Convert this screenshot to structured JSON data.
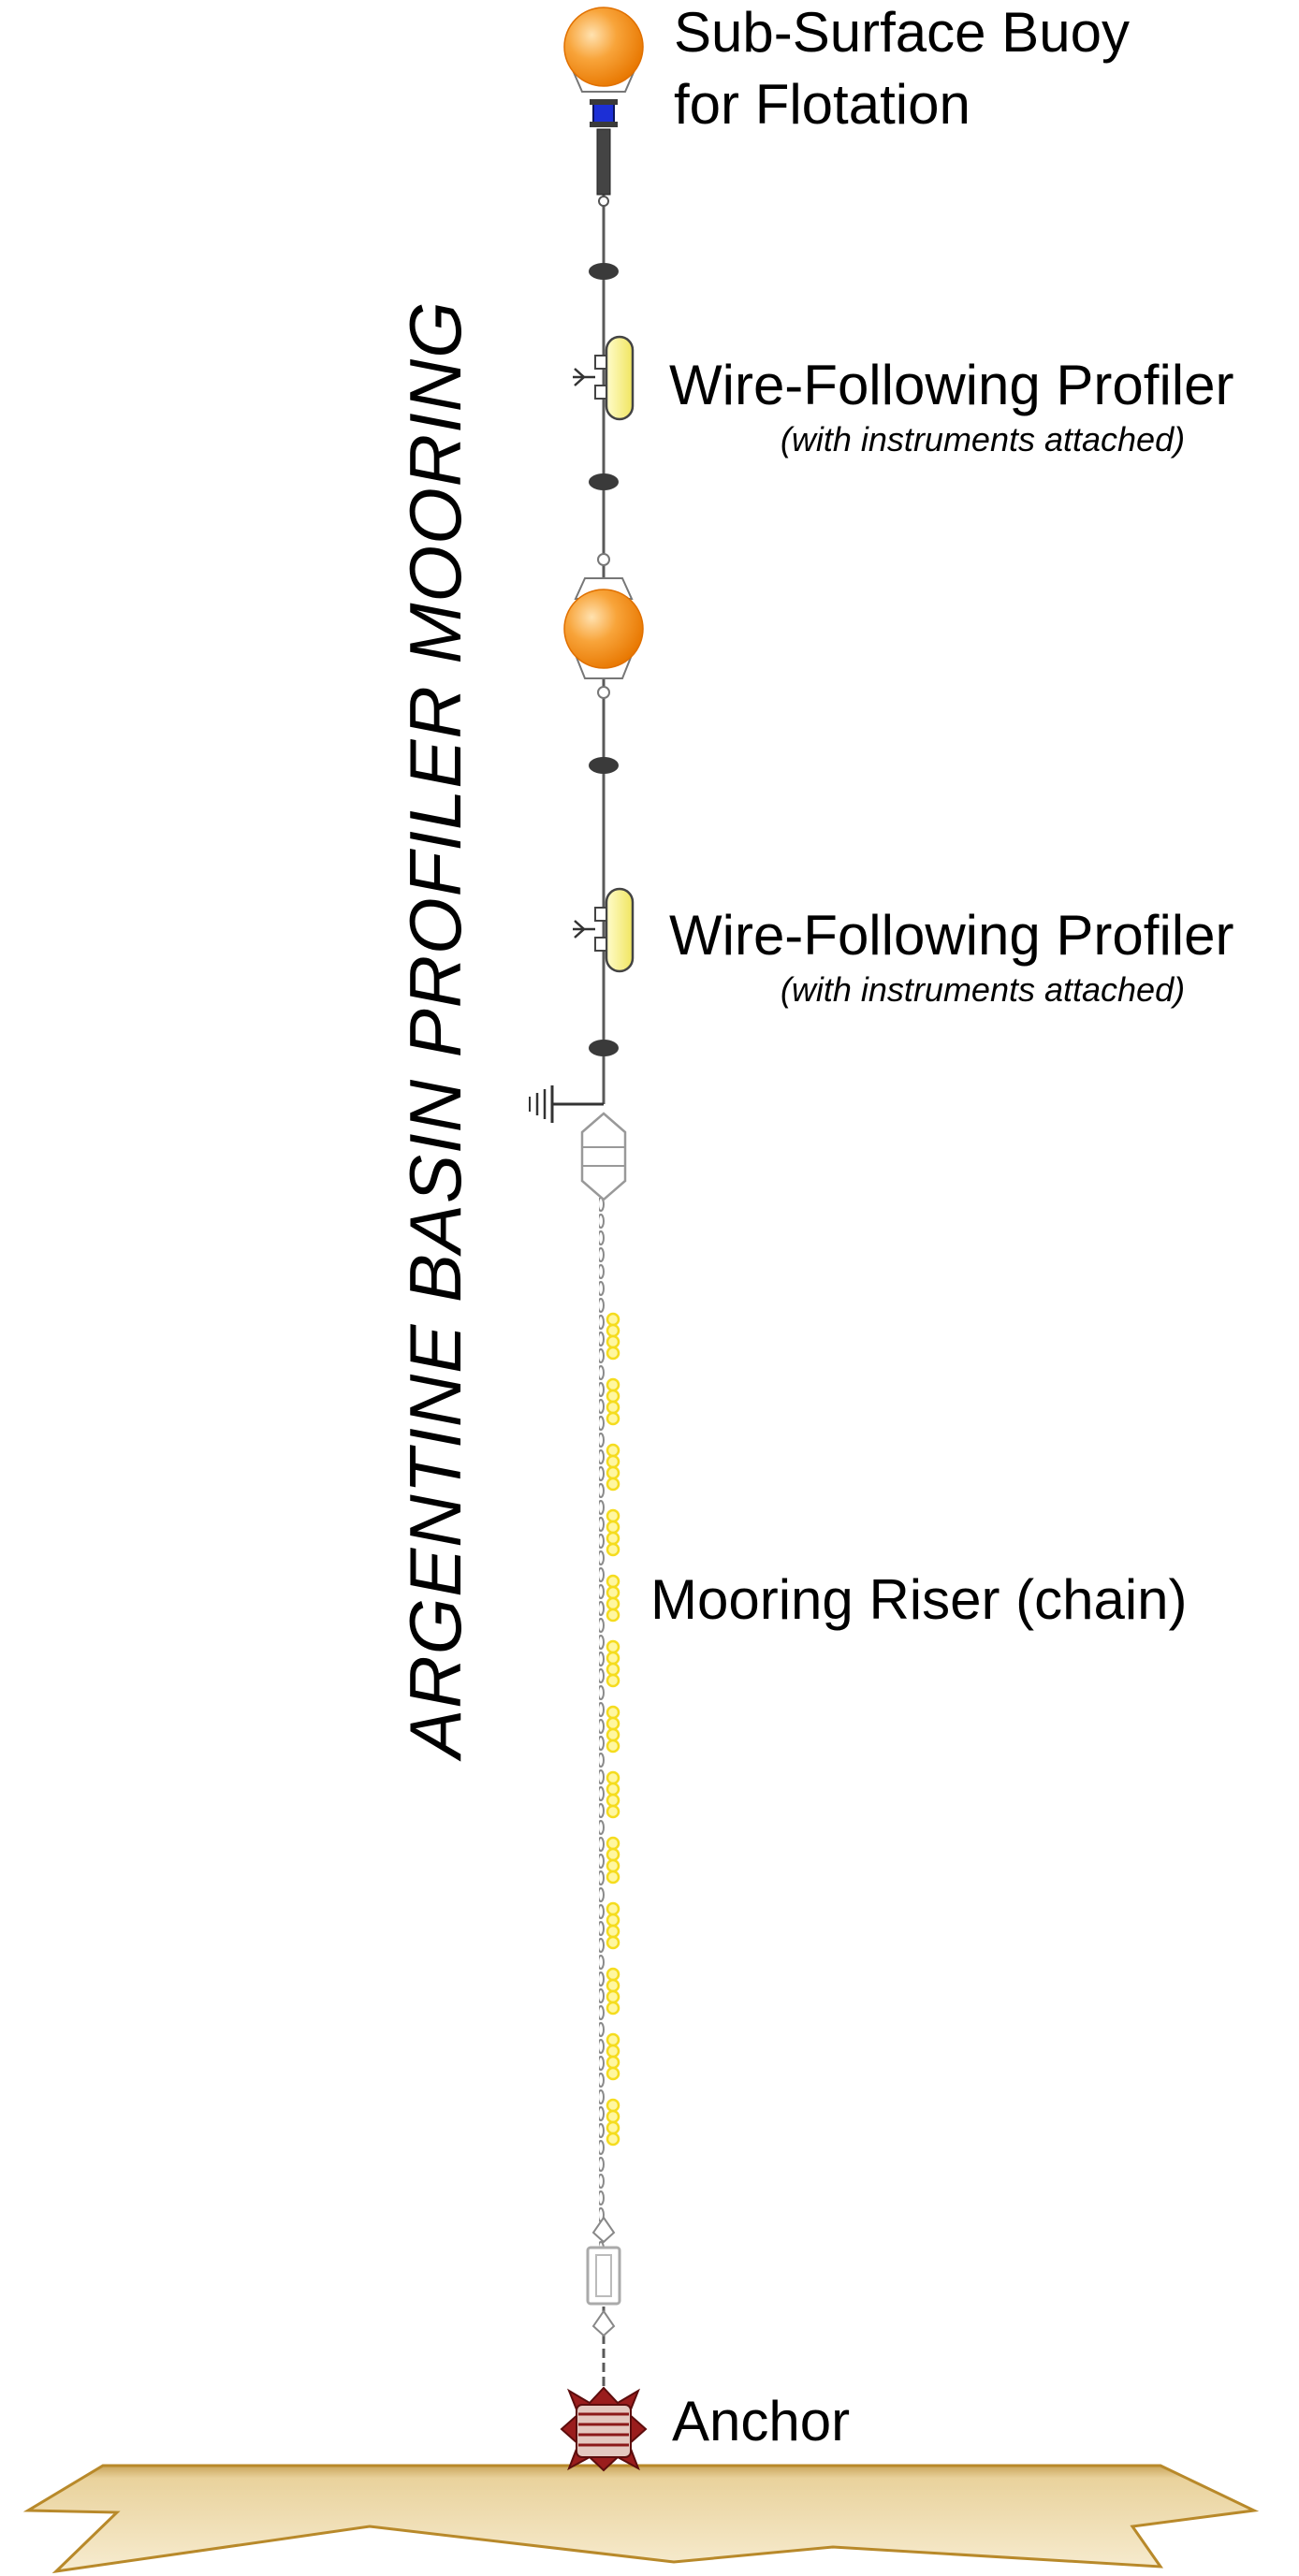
{
  "title": "ARGENTINE BASIN PROFILER MOORING",
  "labels": {
    "buoy_top_line1": "Sub-Surface Buoy",
    "buoy_top_line2": "for Flotation",
    "profiler1_title": "Wire-Following Profiler",
    "profiler1_sub": "(with instruments attached)",
    "profiler2_title": "Wire-Following Profiler",
    "profiler2_sub": "(with instruments attached)",
    "riser": "Mooring Riser (chain)",
    "anchor": "Anchor"
  },
  "colors": {
    "buoy_orange": "#f28a0e",
    "buoy_highlight": "#ffd9a0",
    "profiler_yellow": "#fbf59a",
    "float_yellow": "#f5dc1e",
    "release_blue": "#1c2fd6",
    "anchor_red": "#8b1a1a",
    "seafloor": "#d9bd7c",
    "seafloor_edge": "#b8892a",
    "bumper_dark": "#3a3a3a"
  },
  "icons": {
    "top_buoy": "sphere-buoy-icon",
    "mid_buoy": "sphere-buoy-icon",
    "profiler": "wire-profiler-icon",
    "anchor": "anchor-weight-icon",
    "seafloor": "seafloor-icon"
  }
}
